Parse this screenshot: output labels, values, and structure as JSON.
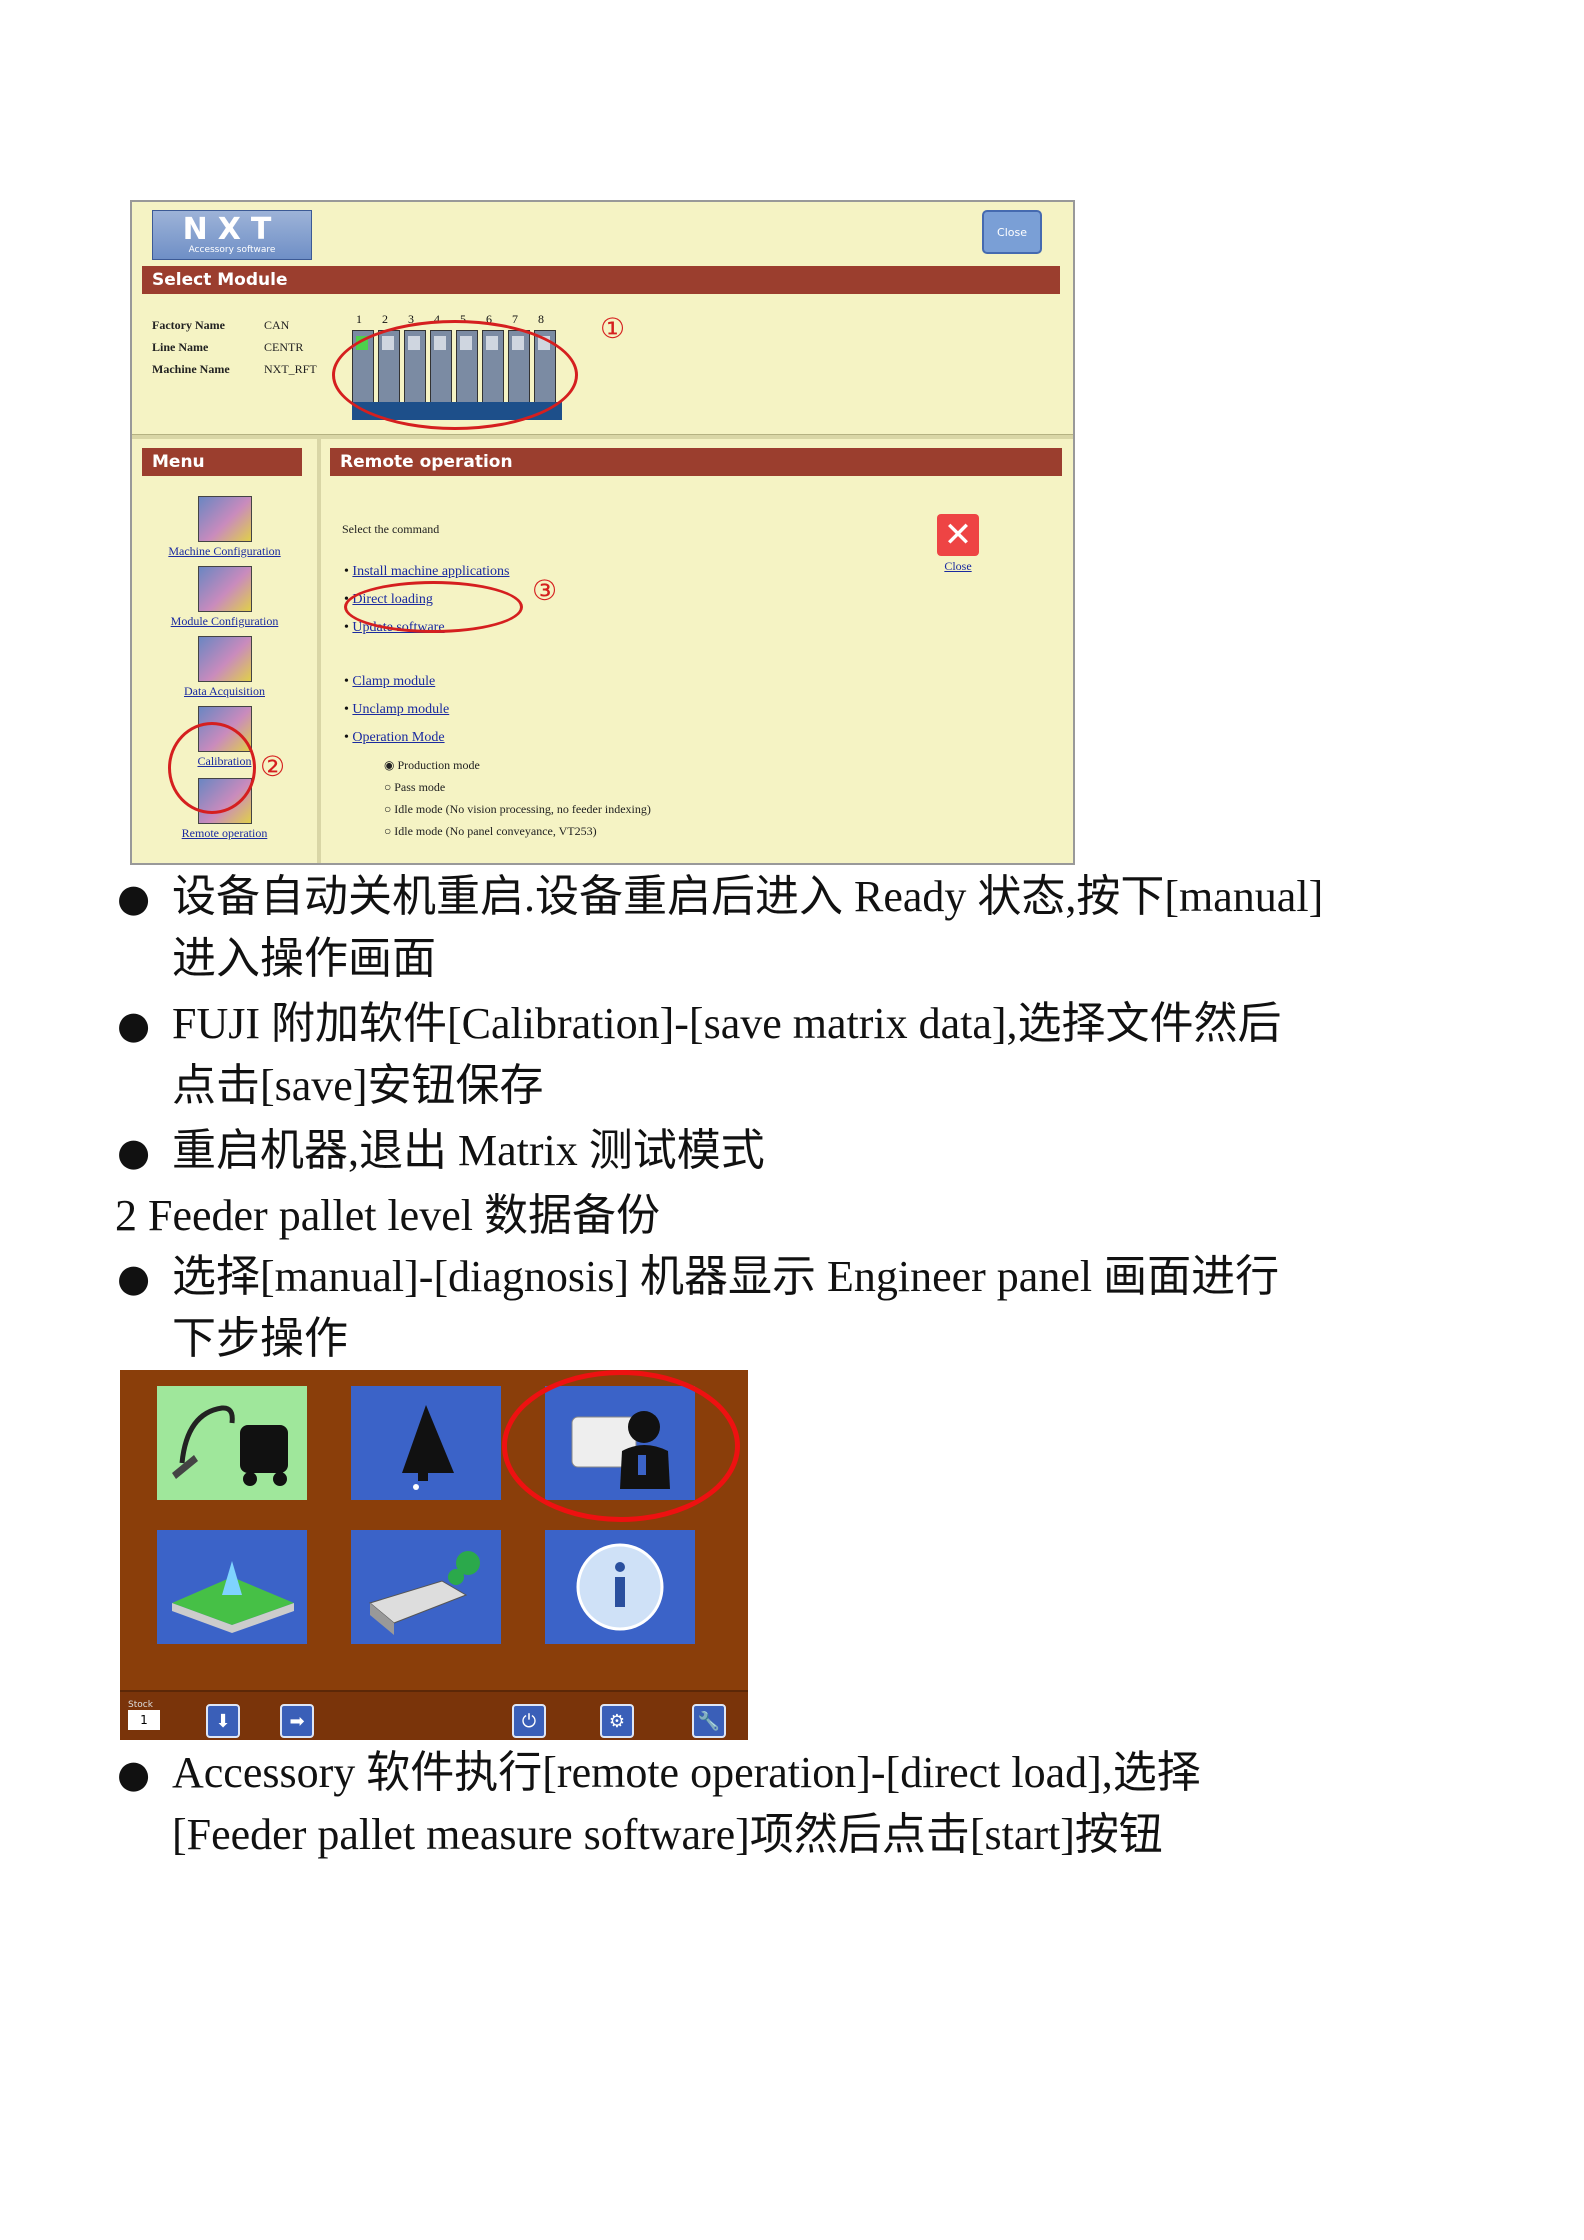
{
  "screenshot1": {
    "logo_big": "NXT",
    "logo_small": "Accessory software",
    "close_button": "Close",
    "select_module_title": "Select Module",
    "factory_label": "Factory Name",
    "factory_value": "CAN",
    "line_label": "Line Name",
    "line_value": "CENTR",
    "machine_label": "Machine Name",
    "machine_value": "NXT_RFT",
    "module_numbers": [
      "1",
      "2",
      "3",
      "4",
      "5",
      "6",
      "7",
      "8"
    ],
    "marker1": "①",
    "marker2": "②",
    "marker3": "③",
    "menu_title": "Menu",
    "menu_items": [
      "Machine Configuration",
      "Module Configuration",
      "Data Acquisition",
      "Calibration",
      "Remote operation"
    ],
    "remote_title": "Remote operation",
    "close_label": "Close",
    "prompt": "Select the command",
    "links_group1": [
      "Install machine applications",
      "Direct loading",
      "Update software"
    ],
    "links_group2": [
      "Clamp module",
      "Unclamp module",
      "Operation Mode"
    ],
    "radios": [
      "Production mode",
      "Pass mode",
      "Idle mode (No vision processing, no feeder indexing)",
      "Idle mode (No panel conveyance, VT253)"
    ]
  },
  "text": {
    "b1_l1": "设备自动关机重启.设备重启后进入 Ready 状态,按下[manual]",
    "b1_l2": "进入操作画面",
    "b2_l1": "FUJI 附加软件[Calibration]-[save matrix data],选择文件然后",
    "b2_l2": "点击[save]安钮保存",
    "b3_l1": "重启机器,退出 Matrix 测试模式",
    "section": "2 Feeder pallet level 数据备份",
    "b4_l1": "选择[manual]-[diagnosis] 机器显示 Engineer panel 画面进行",
    "b4_l2": "下步操作",
    "b5_l1": "Accessory 软件执行[remote operation]-[direct load],选择",
    "b5_l2": "[Feeder pallet measure software]项然后点击[start]按钮",
    "bullet": "●"
  },
  "screenshot2": {
    "counter_label": "Stock",
    "counter_value": "1",
    "tiles": [
      "vacuum-cleaner-icon",
      "nozzle-icon",
      "engineer-icon",
      "pallet-icon",
      "feeder-icon",
      "info-icon"
    ]
  },
  "colors": {
    "accent_red": "#d51f1f",
    "bar_brown": "#9b3e2e",
    "panel_brown": "#8a3e0a",
    "tile_blue": "#3b63c8"
  }
}
